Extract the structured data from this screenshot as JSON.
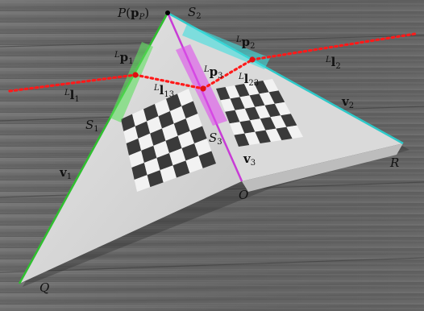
{
  "labels": {
    "P_main": "P",
    "P_paren_open": "(",
    "P_bold": "p",
    "P_sub": "P",
    "P_paren_close": ")",
    "S1": "S",
    "S1_sub": "1",
    "S2": "S",
    "S2_sub": "2",
    "S3": "S",
    "S3_sub": "3",
    "p1_sup": "L",
    "p1": "p",
    "p1_sub": "1",
    "p2_sup": "L",
    "p2": "p",
    "p2_sub": "2",
    "p3_sup": "L",
    "p3": "p",
    "p3_sub": "3",
    "l1_sup": "L",
    "l1": "l",
    "l1_sub": "1",
    "l2_sup": "L",
    "l2": "l",
    "l2_sub": "2",
    "l13_sup": "L",
    "l13": "l",
    "l13_sub": "13",
    "l23_sup": "L",
    "l23": "l",
    "l23_sub": "23",
    "v1": "v",
    "v1_sub": "1",
    "v2": "v",
    "v2_sub": "2",
    "v3": "v",
    "v3_sub": "3",
    "O": "O",
    "Q": "Q",
    "R": "R"
  },
  "colors": {
    "background_wood": "#6e6e6e",
    "triangle_fill": "#d9d9d9",
    "edge_v1": "#2fbf2f",
    "edge_v2": "#2ec9c9",
    "edge_v3": "#c83cd6",
    "green_strip": "#5fe05f",
    "cyan_strip": "#40e0e0",
    "magenta_strip": "#e050ec",
    "dotted_line": "#ff1a1a",
    "point": "#e01010",
    "checker_dark": "#3a3a3a",
    "checker_light": "#f2f2f2"
  },
  "icons": {
    "P_vertex": "black-dot-icon",
    "feature_points": "red-dot-icon"
  }
}
